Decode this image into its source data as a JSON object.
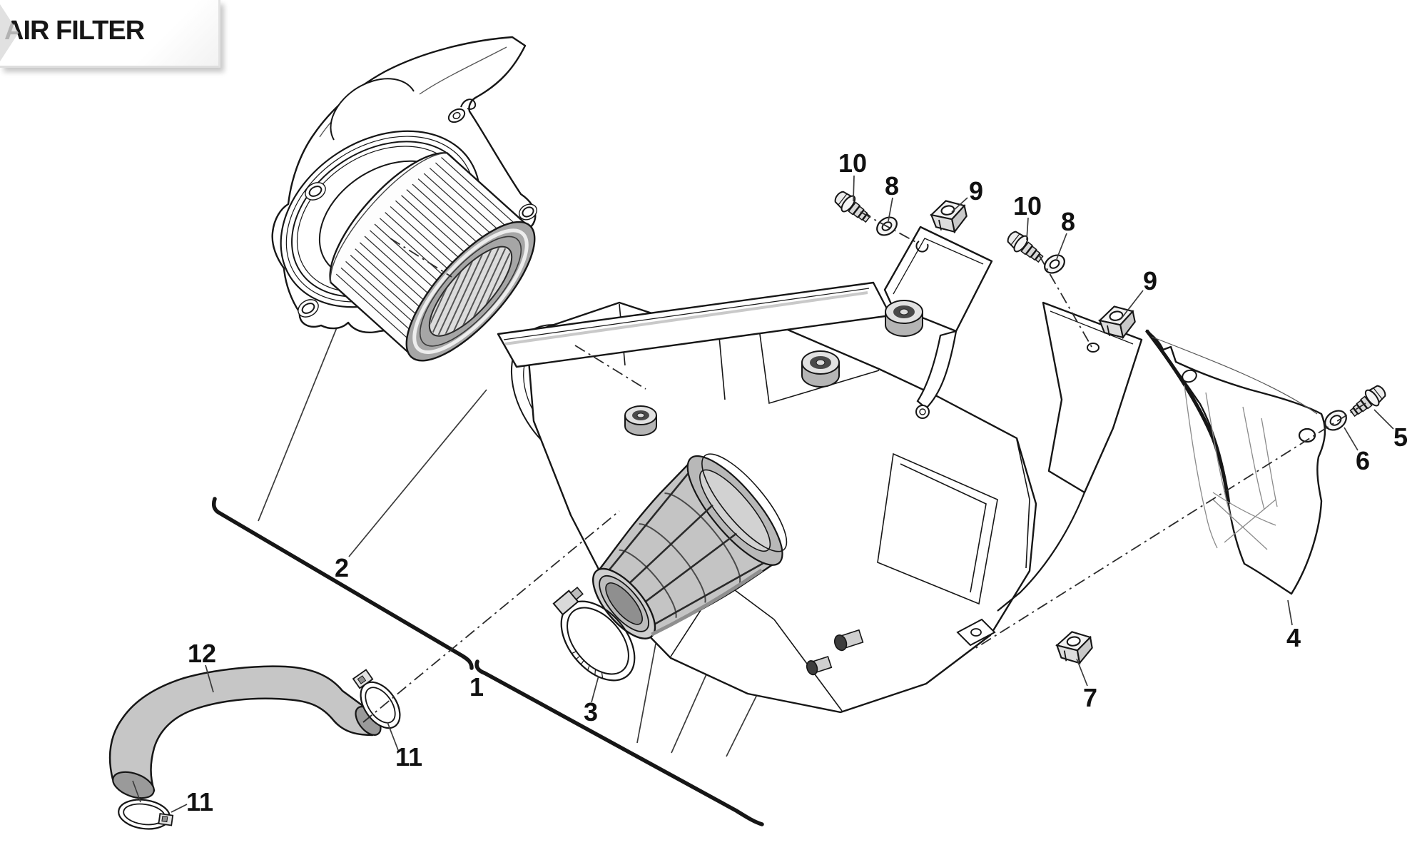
{
  "title_box": {
    "label": "AIR FILTER"
  },
  "diagram": {
    "callouts": [
      {
        "number": "1"
      },
      {
        "number": "2"
      },
      {
        "number": "3"
      },
      {
        "number": "4"
      },
      {
        "number": "5"
      },
      {
        "number": "6"
      },
      {
        "number": "7"
      },
      {
        "number": "8"
      },
      {
        "number": "9"
      },
      {
        "number": "10"
      },
      {
        "number": "8"
      },
      {
        "number": "9"
      },
      {
        "number": "10"
      },
      {
        "number": "11"
      },
      {
        "number": "11"
      },
      {
        "number": "12"
      }
    ]
  }
}
